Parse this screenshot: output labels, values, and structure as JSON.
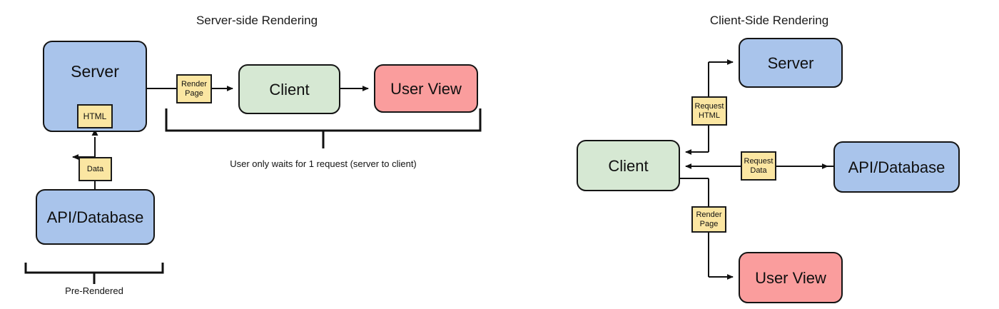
{
  "diagram": {
    "type": "flowchart",
    "panels": [
      {
        "id": "ssr",
        "title": "Server-side Rendering",
        "nodes": [
          {
            "id": "ssr-server",
            "label": "Server",
            "color": "#a9c4eb"
          },
          {
            "id": "ssr-client",
            "label": "Client",
            "color": "#d6e8d3"
          },
          {
            "id": "ssr-userview",
            "label": "User View",
            "color": "#fa9d9d"
          },
          {
            "id": "ssr-api",
            "label": "API/Database",
            "color": "#a9c4eb"
          }
        ],
        "inner_labels": [
          {
            "id": "ssr-html",
            "label": "HTML",
            "color": "#fbe6a2"
          }
        ],
        "edge_tags": [
          {
            "id": "ssr-render-page",
            "line1": "Render",
            "line2": "Page",
            "color": "#fbe6a2"
          },
          {
            "id": "ssr-data",
            "line1": "Data",
            "line2": "",
            "color": "#fbe6a2"
          }
        ],
        "brackets": [
          {
            "id": "ssr-wait-bracket",
            "caption": "User only waits for 1 request (server to client)"
          },
          {
            "id": "ssr-prerendered-bracket",
            "caption": "Pre-Rendered"
          }
        ]
      },
      {
        "id": "csr",
        "title": "Client-Side Rendering",
        "nodes": [
          {
            "id": "csr-server",
            "label": "Server",
            "color": "#a9c4eb"
          },
          {
            "id": "csr-client",
            "label": "Client",
            "color": "#d6e8d3"
          },
          {
            "id": "csr-api",
            "label": "API/Database",
            "color": "#a9c4eb"
          },
          {
            "id": "csr-userview",
            "label": "User View",
            "color": "#fa9d9d"
          }
        ],
        "edge_tags": [
          {
            "id": "csr-request-html",
            "line1": "Request",
            "line2": "HTML",
            "color": "#fbe6a2"
          },
          {
            "id": "csr-request-data",
            "line1": "Request",
            "line2": "Data",
            "color": "#fbe6a2"
          },
          {
            "id": "csr-render-page",
            "line1": "Render",
            "line2": "Page",
            "color": "#fbe6a2"
          }
        ]
      }
    ],
    "palette": {
      "blue": "#a9c4eb",
      "green": "#d6e8d3",
      "red": "#fa9d9d",
      "yellow": "#fbe6a2",
      "stroke": "#141414",
      "background": "#ffffff"
    }
  }
}
